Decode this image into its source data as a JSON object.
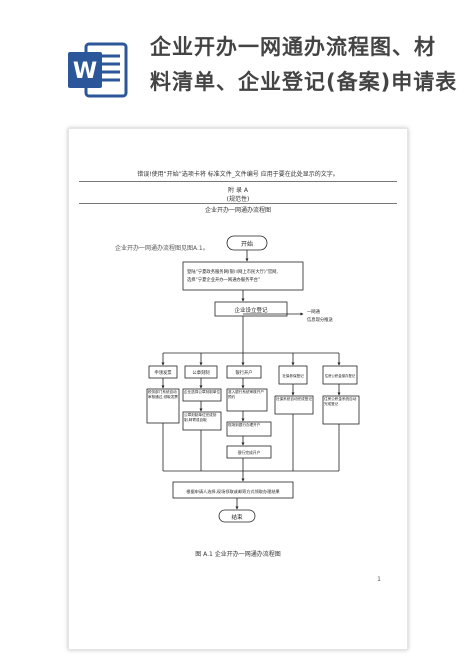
{
  "banner": {
    "title_line1": "企业开办一网通办流程图、材",
    "title_line2": "料清单、企业登记(备案)申请表",
    "icon_letter": "W",
    "icon_color": "#2b579a"
  },
  "doc": {
    "error_text": "错误!使用“开始”选项卡将  标准文件_文件编号  应用于要在此处显示的文字。",
    "annex_label": "附  录  A",
    "annex_type": "(规范性)",
    "annex_title": "企业开办一网通办流程图",
    "intro": "企业开办一网通办流程图见图A.1。",
    "caption": "图 A.1    企业开办一网通办流程图",
    "page_number": "1"
  },
  "flow": {
    "start": "开始",
    "login_line1": "登陆“宁夏政务服务网(银川网上市民大厅)”官网,",
    "login_line2": "选择“宁夏企业开办一网通办服务平台”",
    "register": "企业设立登记",
    "side_line1": "一网通",
    "side_line2": "信息现分推送",
    "branches": [
      {
        "label": "申领发票",
        "detail": "税务部门系统自动审核通过,领取发票"
      },
      {
        "label": "公章刻制",
        "detail": "企业选择公章刻制单位"
      },
      {
        "label": "银行开户",
        "detail": "准入银行系统审核开户预约"
      },
      {
        "label": "社保参保登记",
        "detail": "社保系统自动完成登记"
      },
      {
        "label": "住房公积金缴存登记",
        "detail": "住房公积金系统自动完成登记"
      }
    ],
    "seal_step2": "公章刻制单位完成刻制,邮寄或自取",
    "bank_step2": "现场到银行办理开户",
    "bank_step3": "银行完成开户",
    "end_box": "根据申请人选择,现场领取或邮寄方式领取办理结果",
    "finish": "结束"
  }
}
